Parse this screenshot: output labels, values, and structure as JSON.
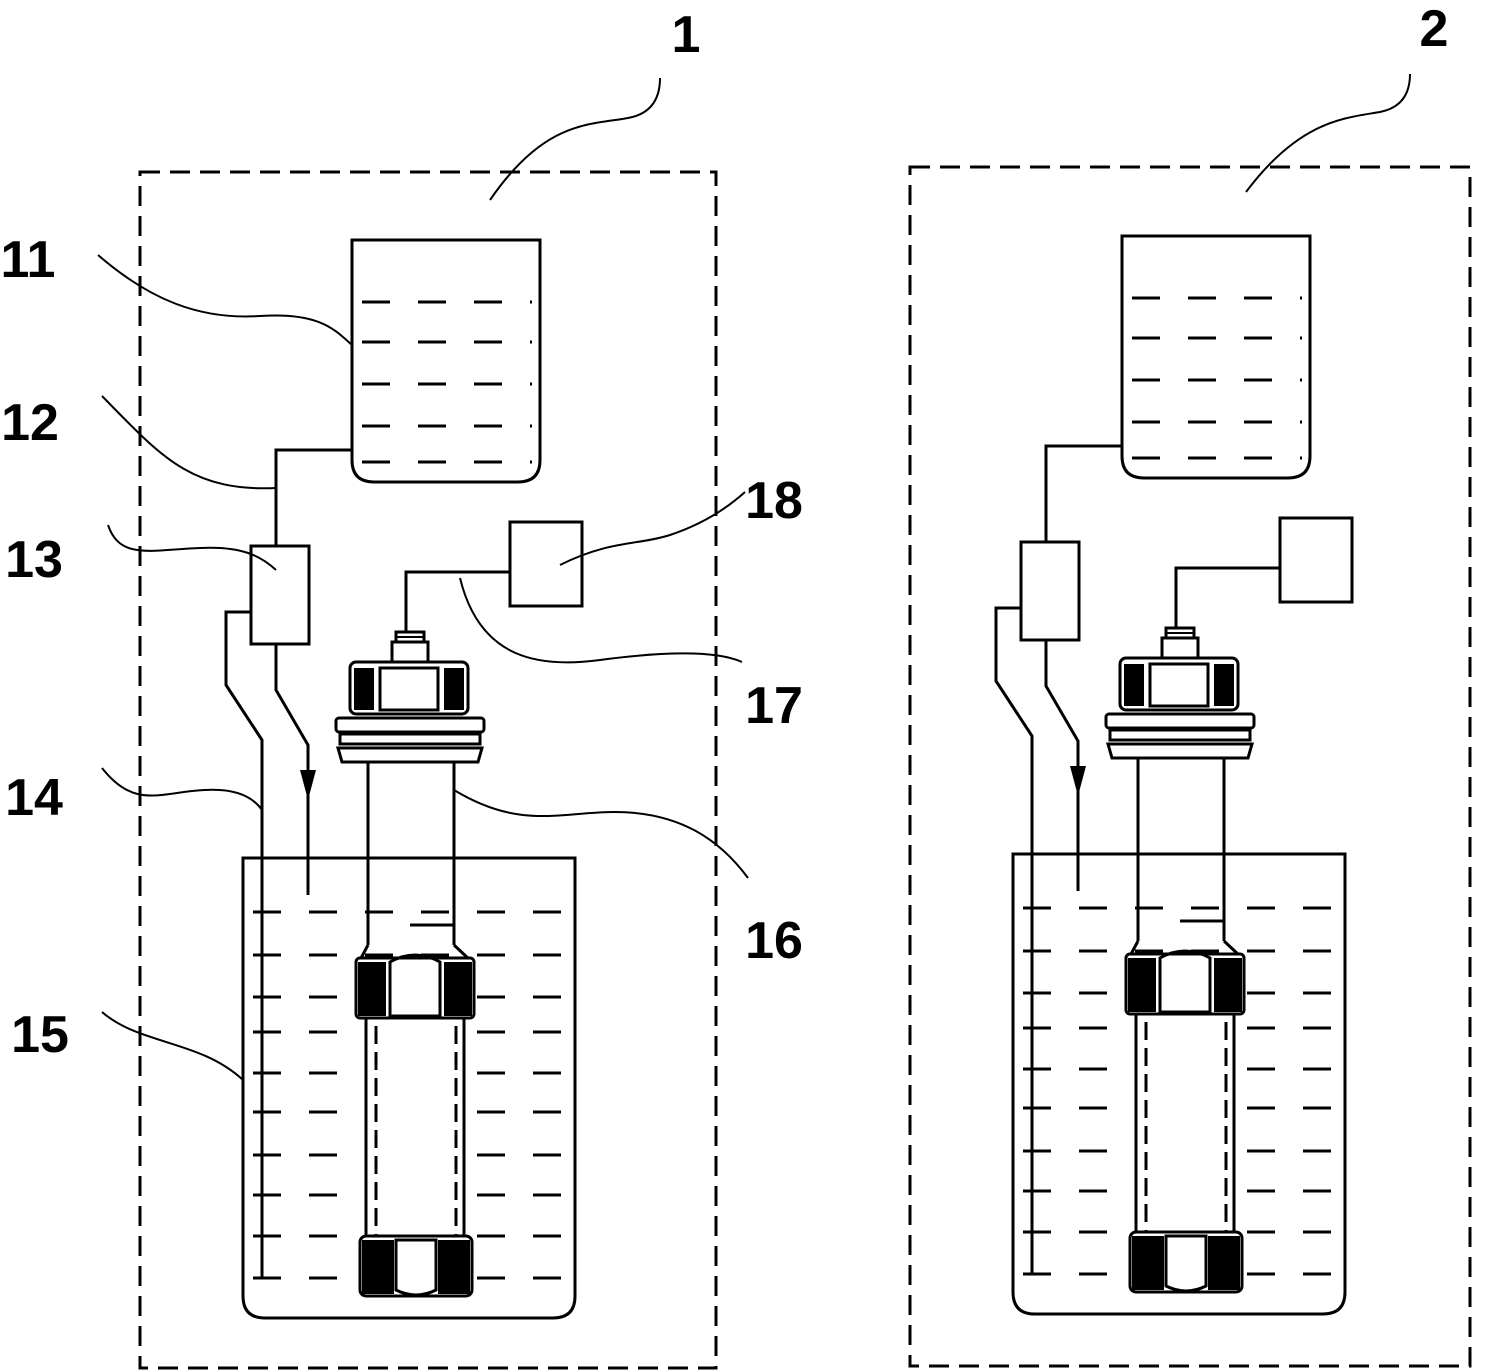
{
  "labels": {
    "l1": "1",
    "l2": "2",
    "l11": "11",
    "l12": "12",
    "l13": "13",
    "l14": "14",
    "l15": "15",
    "l16": "16",
    "l17": "17",
    "l18": "18"
  },
  "colors": {
    "line": "#000000",
    "background": "#ffffff"
  }
}
